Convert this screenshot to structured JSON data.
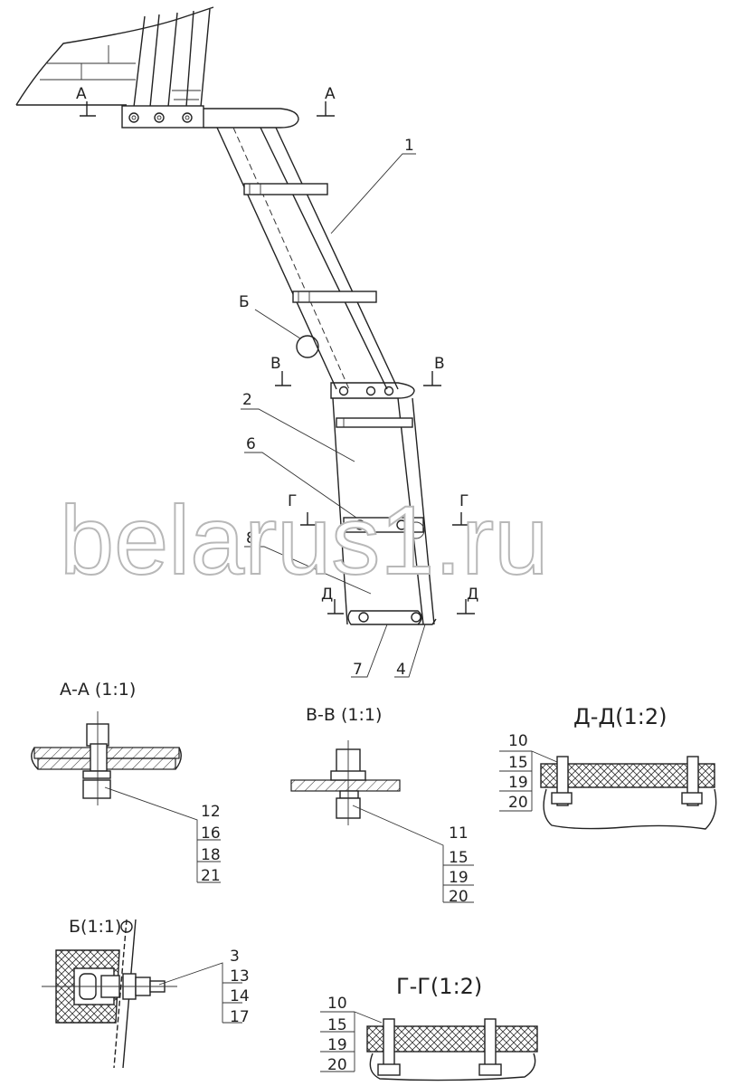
{
  "watermark": "belarus1.ru",
  "sections": {
    "aa": "А-А (1:1)",
    "vv": "В-В (1:1)",
    "dd": "Д-Д(1:2)",
    "gg": "Г-Г(1:2)",
    "b": "Б(1:1)"
  },
  "cut_marks": {
    "a": "А",
    "b": "Б",
    "v": "В",
    "g": "Г",
    "d": "Д"
  },
  "leaders": {
    "main_view": [
      "1",
      "2",
      "6",
      "8",
      "7",
      "4"
    ],
    "aa": [
      "12",
      "16",
      "18",
      "21"
    ],
    "vv": [
      "11",
      "15",
      "19",
      "20"
    ],
    "dd": [
      "10",
      "15",
      "19",
      "20"
    ],
    "b": [
      "3",
      "13",
      "14",
      "17"
    ],
    "gg": [
      "10",
      "15",
      "19",
      "20"
    ]
  }
}
